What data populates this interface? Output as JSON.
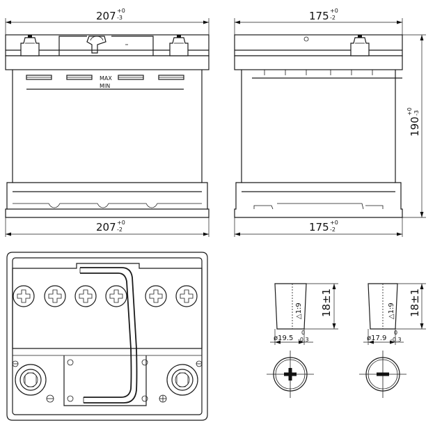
{
  "front_view": {
    "top_dim_main": "207",
    "top_dim_tol_upper": "+0",
    "top_dim_tol_lower": "-3",
    "bottom_dim_main": "207",
    "bottom_dim_tol_upper": "+0",
    "bottom_dim_tol_lower": "-2",
    "max_label": "MAX",
    "min_label": "MIN"
  },
  "side_view": {
    "top_dim_main": "175",
    "top_dim_tol_upper": "+0",
    "top_dim_tol_lower": "-2",
    "bottom_dim_main": "175",
    "bottom_dim_tol_upper": "+0",
    "bottom_dim_tol_lower": "-2",
    "height_dim_main": "190",
    "height_dim_tol_upper": "+0",
    "height_dim_tol_lower": "-3"
  },
  "terminal_positive": {
    "taper_label": "△1:9",
    "height_label": "18±1",
    "diameter_label": "ø19.5",
    "diameter_tol_upper": "0",
    "diameter_tol_lower": "-0.3",
    "symbol": "plus"
  },
  "terminal_negative": {
    "taper_label": "△1:9",
    "height_label": "18±1",
    "diameter_label": "ø17.9",
    "diameter_tol_upper": "0",
    "diameter_tol_lower": "-0.3",
    "symbol": "minus"
  },
  "icons": [
    "positive-terminal-icon",
    "negative-terminal-icon",
    "vent-cap-icon",
    "handle-icon"
  ]
}
